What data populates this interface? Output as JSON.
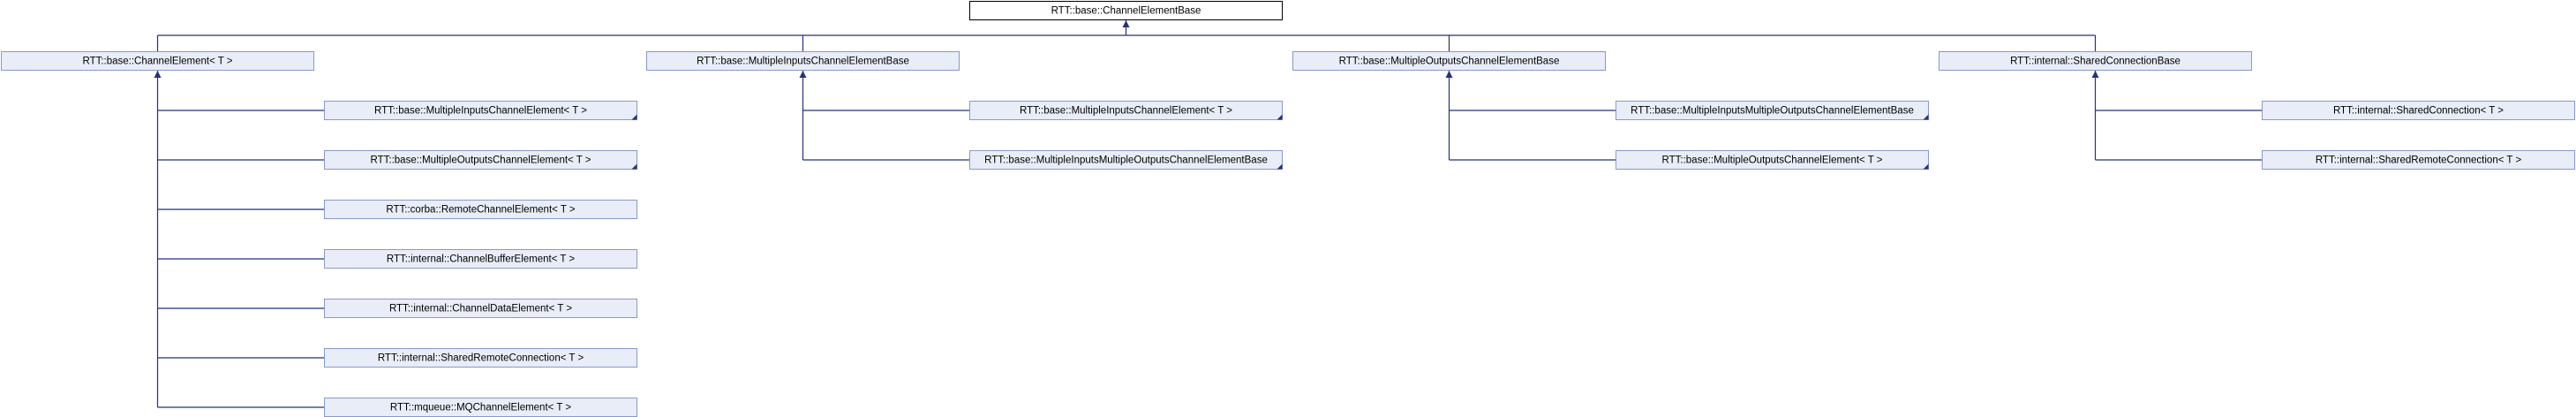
{
  "root": {
    "id": "channel_element_base",
    "label": "RTT::base::ChannelElementBase"
  },
  "groups": [
    {
      "parent": {
        "id": "channel_element",
        "label": "RTT::base::ChannelElement< T >"
      },
      "children": [
        {
          "id": "ce_multi_inputs",
          "label": "RTT::base::MultipleInputsChannelElement< T >",
          "templated": true
        },
        {
          "id": "ce_multi_outputs",
          "label": "RTT::base::MultipleOutputsChannelElement< T >",
          "templated": true
        },
        {
          "id": "ce_corba_remote",
          "label": "RTT::corba::RemoteChannelElement< T >",
          "templated": false
        },
        {
          "id": "ce_buffer",
          "label": "RTT::internal::ChannelBufferElement< T >",
          "templated": false
        },
        {
          "id": "ce_data",
          "label": "RTT::internal::ChannelDataElement< T >",
          "templated": false
        },
        {
          "id": "ce_shared_remote",
          "label": "RTT::internal::SharedRemoteConnection< T >",
          "templated": false
        },
        {
          "id": "ce_mq",
          "label": "RTT::mqueue::MQChannelElement< T >",
          "templated": false
        }
      ]
    },
    {
      "parent": {
        "id": "multi_inputs_base",
        "label": "RTT::base::MultipleInputsChannelElementBase"
      },
      "children": [
        {
          "id": "mib_multi_inputs",
          "label": "RTT::base::MultipleInputsChannelElement< T >",
          "templated": true
        },
        {
          "id": "mib_multi_inout",
          "label": "RTT::base::MultipleInputsMultipleOutputsChannelElementBase",
          "templated": true
        }
      ]
    },
    {
      "parent": {
        "id": "multi_outputs_base",
        "label": "RTT::base::MultipleOutputsChannelElementBase"
      },
      "children": [
        {
          "id": "mob_multi_inout",
          "label": "RTT::base::MultipleInputsMultipleOutputsChannelElementBase",
          "templated": true
        },
        {
          "id": "mob_multi_outputs",
          "label": "RTT::base::MultipleOutputsChannelElement< T >",
          "templated": true
        }
      ]
    },
    {
      "parent": {
        "id": "shared_connection_base",
        "label": "RTT::internal::SharedConnectionBase"
      },
      "children": [
        {
          "id": "scb_shared_connection",
          "label": "RTT::internal::SharedConnection< T >",
          "templated": false
        },
        {
          "id": "scb_shared_remote",
          "label": "RTT::internal::SharedRemoteConnection< T >",
          "templated": false
        }
      ]
    }
  ],
  "colors": {
    "edge": "#25327a",
    "box_fill": "#e8edf7",
    "box_border": "#8a98c8",
    "root_border": "#000000"
  }
}
